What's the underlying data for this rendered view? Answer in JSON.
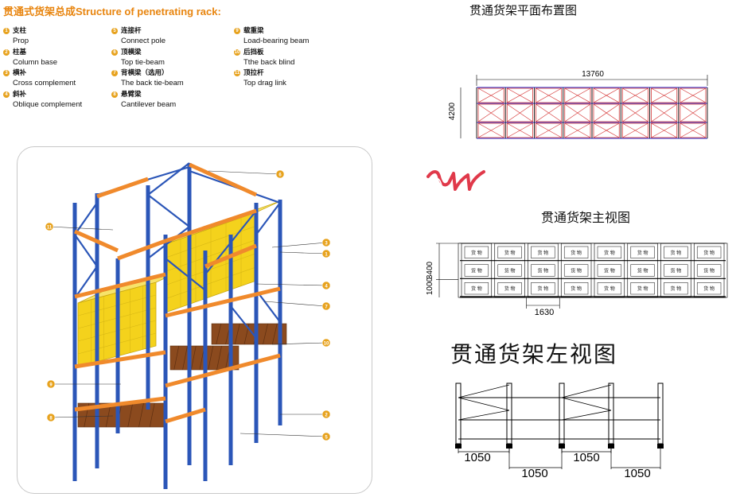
{
  "header": {
    "title_zh": "贯通式货架总成",
    "title_en": "Structure of penetrating rack:"
  },
  "legend": [
    {
      "num": "1",
      "zh": "支柱",
      "en": "Prop"
    },
    {
      "num": "2",
      "zh": "柱基",
      "en": "Column base"
    },
    {
      "num": "3",
      "zh": "横补",
      "en": "Cross complement"
    },
    {
      "num": "4",
      "zh": "斜补",
      "en": "Oblique complement"
    },
    {
      "num": "5",
      "zh": "连接杆",
      "en": "Connect pole"
    },
    {
      "num": "6",
      "zh": "顶横梁",
      "en": "Top tie-beam"
    },
    {
      "num": "7",
      "zh": "背横梁（选用）",
      "en": "The back tie-beam"
    },
    {
      "num": "8",
      "zh": "悬臂梁",
      "en": "Cantilever beam"
    },
    {
      "num": "9",
      "zh": "载重梁",
      "en": "Load-bearing beam"
    },
    {
      "num": "10",
      "zh": "后挡板",
      "en": "Tthe back blind"
    },
    {
      "num": "11",
      "zh": "顶拉杆",
      "en": "Top drag link"
    }
  ],
  "callouts": [
    "6",
    "11",
    "3",
    "1",
    "4",
    "7",
    "10",
    "9",
    "8",
    "2",
    "5"
  ],
  "plan_view": {
    "title": "贯通货架平面布置图",
    "width_dim": "13760",
    "depth_dim": "4200",
    "bays": 8
  },
  "logo": {
    "text": "wy"
  },
  "front_view": {
    "title": "贯通货架主视图",
    "height_dim": "3400",
    "level_dim": "1000",
    "bay_dim": "1630",
    "box_label": "货 物",
    "bays": 8,
    "levels": 3
  },
  "side_view": {
    "title": "贯通货架左视图",
    "dims": [
      "1050",
      "1050",
      "1050",
      "1050"
    ]
  },
  "colors": {
    "upright_blue": "#2b56b8",
    "beam_orange": "#f08a2c",
    "cargo_yellow": "#f4d21c",
    "pallet_brown": "#8b4a1e",
    "header_orange": "#e8850f",
    "plan_red": "#d63a3a",
    "plan_blue": "#4a4acf",
    "logo_red": "#e0394a"
  }
}
